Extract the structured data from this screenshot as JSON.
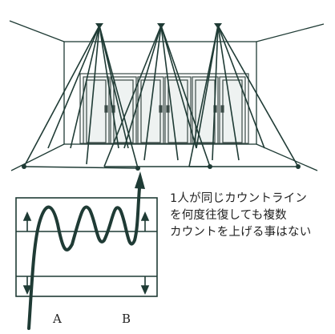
{
  "caption": {
    "line1": "1人が同じカウントライン",
    "line2": "を何度往復しても複数",
    "line3": "カウントを上げる事はない"
  },
  "labels": {
    "a": "A",
    "b": "B"
  },
  "colors": {
    "line": "#1f3b35",
    "door_stroke": "#3a4a46",
    "door_fill": "#eef2f1",
    "text": "#222222"
  }
}
